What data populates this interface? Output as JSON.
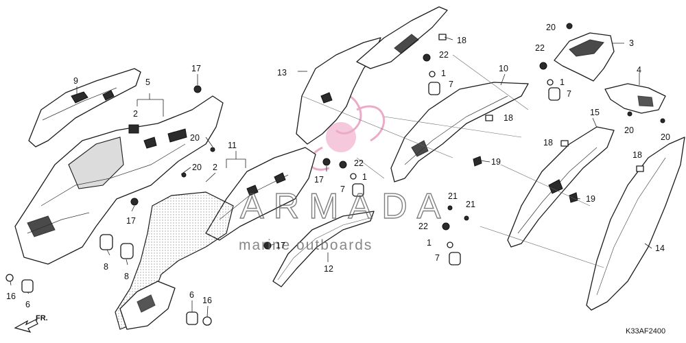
{
  "watermark": {
    "brand": "ARMADA",
    "tagline": "marine outboards"
  },
  "diagram_code": "K33AF2400",
  "front_indicator": "FR.",
  "callouts": [
    {
      "id": "c1a",
      "label": "1"
    },
    {
      "id": "c1b",
      "label": "1"
    },
    {
      "id": "c1c",
      "label": "1"
    },
    {
      "id": "c1d",
      "label": "1"
    },
    {
      "id": "c2a",
      "label": "2"
    },
    {
      "id": "c2b",
      "label": "2"
    },
    {
      "id": "c3",
      "label": "3"
    },
    {
      "id": "c4",
      "label": "4"
    },
    {
      "id": "c5",
      "label": "5"
    },
    {
      "id": "c6a",
      "label": "6"
    },
    {
      "id": "c6b",
      "label": "6"
    },
    {
      "id": "c7a",
      "label": "7"
    },
    {
      "id": "c7b",
      "label": "7"
    },
    {
      "id": "c7c",
      "label": "7"
    },
    {
      "id": "c7d",
      "label": "7"
    },
    {
      "id": "c8a",
      "label": "8"
    },
    {
      "id": "c8b",
      "label": "8"
    },
    {
      "id": "c9",
      "label": "9"
    },
    {
      "id": "c10",
      "label": "10"
    },
    {
      "id": "c11",
      "label": "11"
    },
    {
      "id": "c12",
      "label": "12"
    },
    {
      "id": "c13",
      "label": "13"
    },
    {
      "id": "c14",
      "label": "14"
    },
    {
      "id": "c15",
      "label": "15"
    },
    {
      "id": "c16a",
      "label": "16"
    },
    {
      "id": "c16b",
      "label": "16"
    },
    {
      "id": "c17a",
      "label": "17"
    },
    {
      "id": "c17b",
      "label": "17"
    },
    {
      "id": "c17c",
      "label": "17"
    },
    {
      "id": "c17d",
      "label": "17"
    },
    {
      "id": "c18a",
      "label": "18"
    },
    {
      "id": "c18b",
      "label": "18"
    },
    {
      "id": "c18c",
      "label": "18"
    },
    {
      "id": "c18d",
      "label": "18"
    },
    {
      "id": "c19a",
      "label": "19"
    },
    {
      "id": "c19b",
      "label": "19"
    },
    {
      "id": "c20a",
      "label": "20"
    },
    {
      "id": "c20b",
      "label": "20"
    },
    {
      "id": "c20c",
      "label": "20"
    },
    {
      "id": "c20d",
      "label": "20"
    },
    {
      "id": "c20e",
      "label": "20"
    },
    {
      "id": "c21a",
      "label": "21"
    },
    {
      "id": "c21b",
      "label": "21"
    },
    {
      "id": "c22a",
      "label": "22"
    },
    {
      "id": "c22b",
      "label": "22"
    },
    {
      "id": "c22c",
      "label": "22"
    },
    {
      "id": "c22d",
      "label": "22"
    }
  ]
}
